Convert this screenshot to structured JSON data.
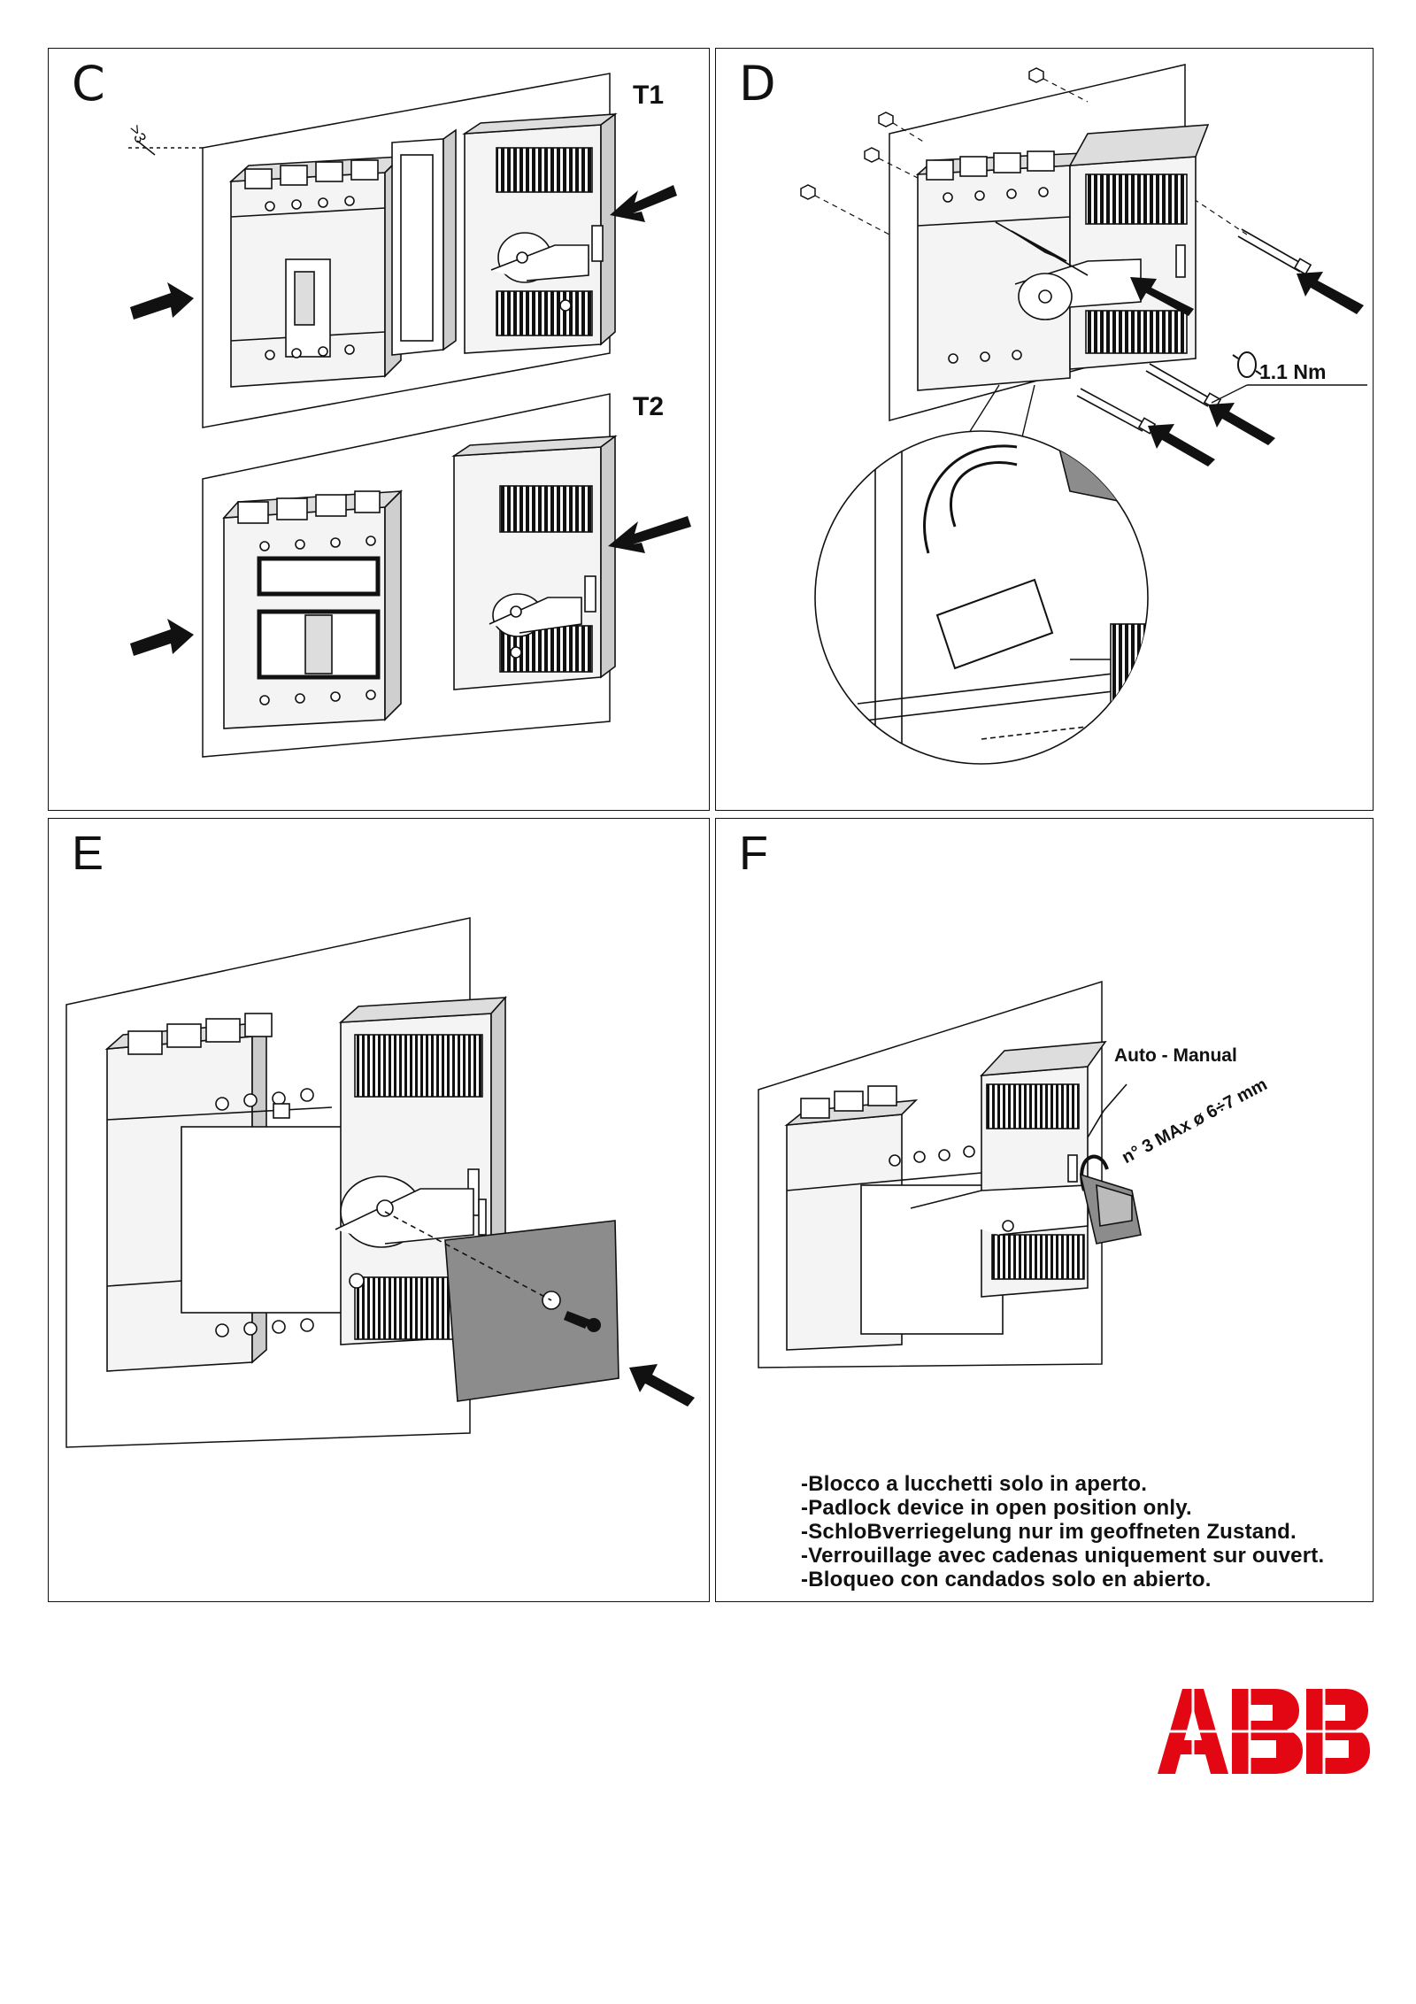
{
  "panels": {
    "c": {
      "label": "C",
      "t1": "T1",
      "t2": "T2",
      "dimension": ">3"
    },
    "d": {
      "label": "D",
      "torque": "1.1 Nm"
    },
    "e": {
      "label": "E"
    },
    "f": {
      "label": "F",
      "mode_label": "Auto - Manual",
      "padlock_spec": "n° 3 MAx ø 6÷7 mm",
      "notes": [
        "-Blocco a lucchetti solo in aperto.",
        "-Padlock device in open position only.",
        "-SchloBverriegelung nur im geoffneten Zustand.",
        "-Verrouillage avec cadenas uniquement sur ouvert.",
        "-Bloqueo con candados solo en abierto."
      ]
    }
  },
  "logo": {
    "text": "ABB",
    "color": "#e30613"
  },
  "colors": {
    "line": "#111111",
    "part_fill": "#f2f2f2",
    "cover_fill": "#8c8c8c",
    "arrow": "#111111"
  },
  "icons": [
    "arrow-icon",
    "torque-rotation-icon",
    "padlock-icon",
    "screw-icon"
  ]
}
